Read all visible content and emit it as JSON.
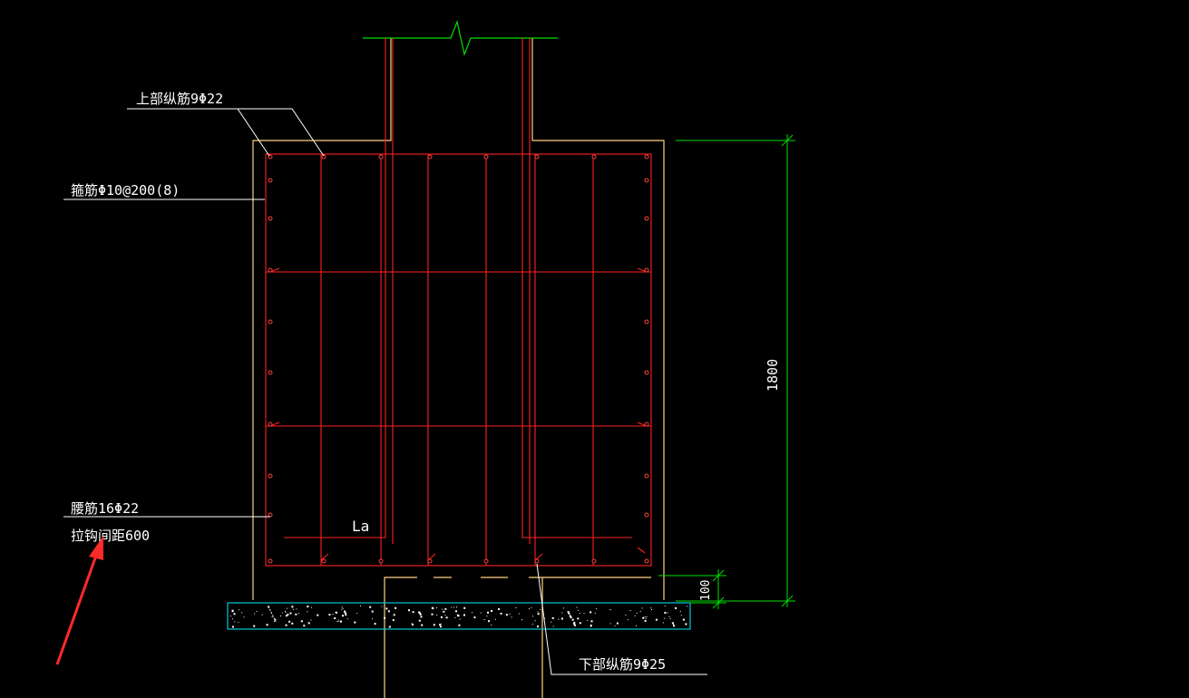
{
  "labels": {
    "top_bars": "上部纵筋9Φ22",
    "stirrups": "箍筋Φ10@200(8)",
    "waist_bars": "腰筋16Φ22",
    "tie_spacing": "拉钩间距600",
    "anchor": "La",
    "bottom_bars": "下部纵筋9Φ25",
    "dim_height": "1800",
    "dim_cover": "100"
  },
  "colors": {
    "background": "#000000",
    "concrete_outline": "#ffd080",
    "rebar": "#ff2020",
    "dimension": "#00e000",
    "cushion": "#00c8d8",
    "text": "#ffffff",
    "arrow": "#ff2a2a"
  }
}
